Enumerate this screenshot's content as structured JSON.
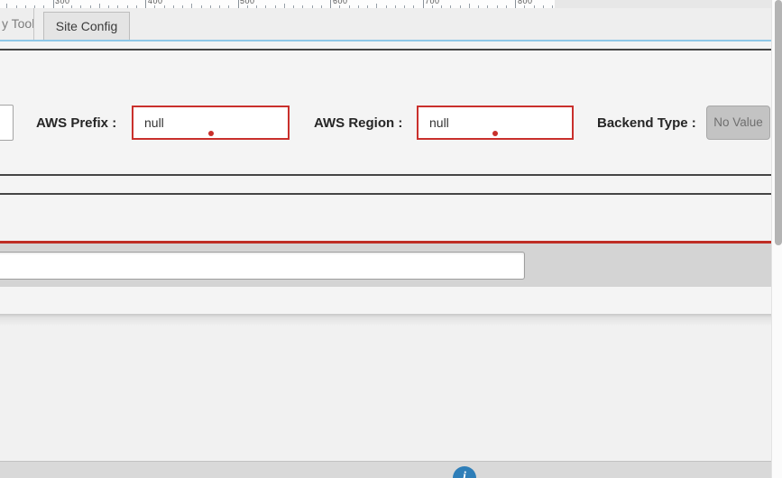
{
  "ruler": {
    "labels": [
      "300",
      "400",
      "500",
      "600",
      "700",
      "800"
    ]
  },
  "tabs": [
    {
      "label": "y Tool",
      "active": false
    },
    {
      "label": "Site Config",
      "active": true
    }
  ],
  "form": {
    "aws_prefix": {
      "label": "AWS Prefix :",
      "value": "null"
    },
    "aws_region": {
      "label": "AWS Region :",
      "value": "null"
    },
    "backend_type": {
      "label": "Backend Type :",
      "value": "No Value"
    }
  },
  "bottom_input": {
    "value": ""
  },
  "footer": {
    "info_icon_glyph": "i"
  },
  "colors": {
    "error_red": "#c9302c",
    "divider_red": "#bf2e25",
    "accent_blue": "#8fc8e8",
    "info_blue": "#2e7eb8",
    "dark_divider": "#454545"
  }
}
